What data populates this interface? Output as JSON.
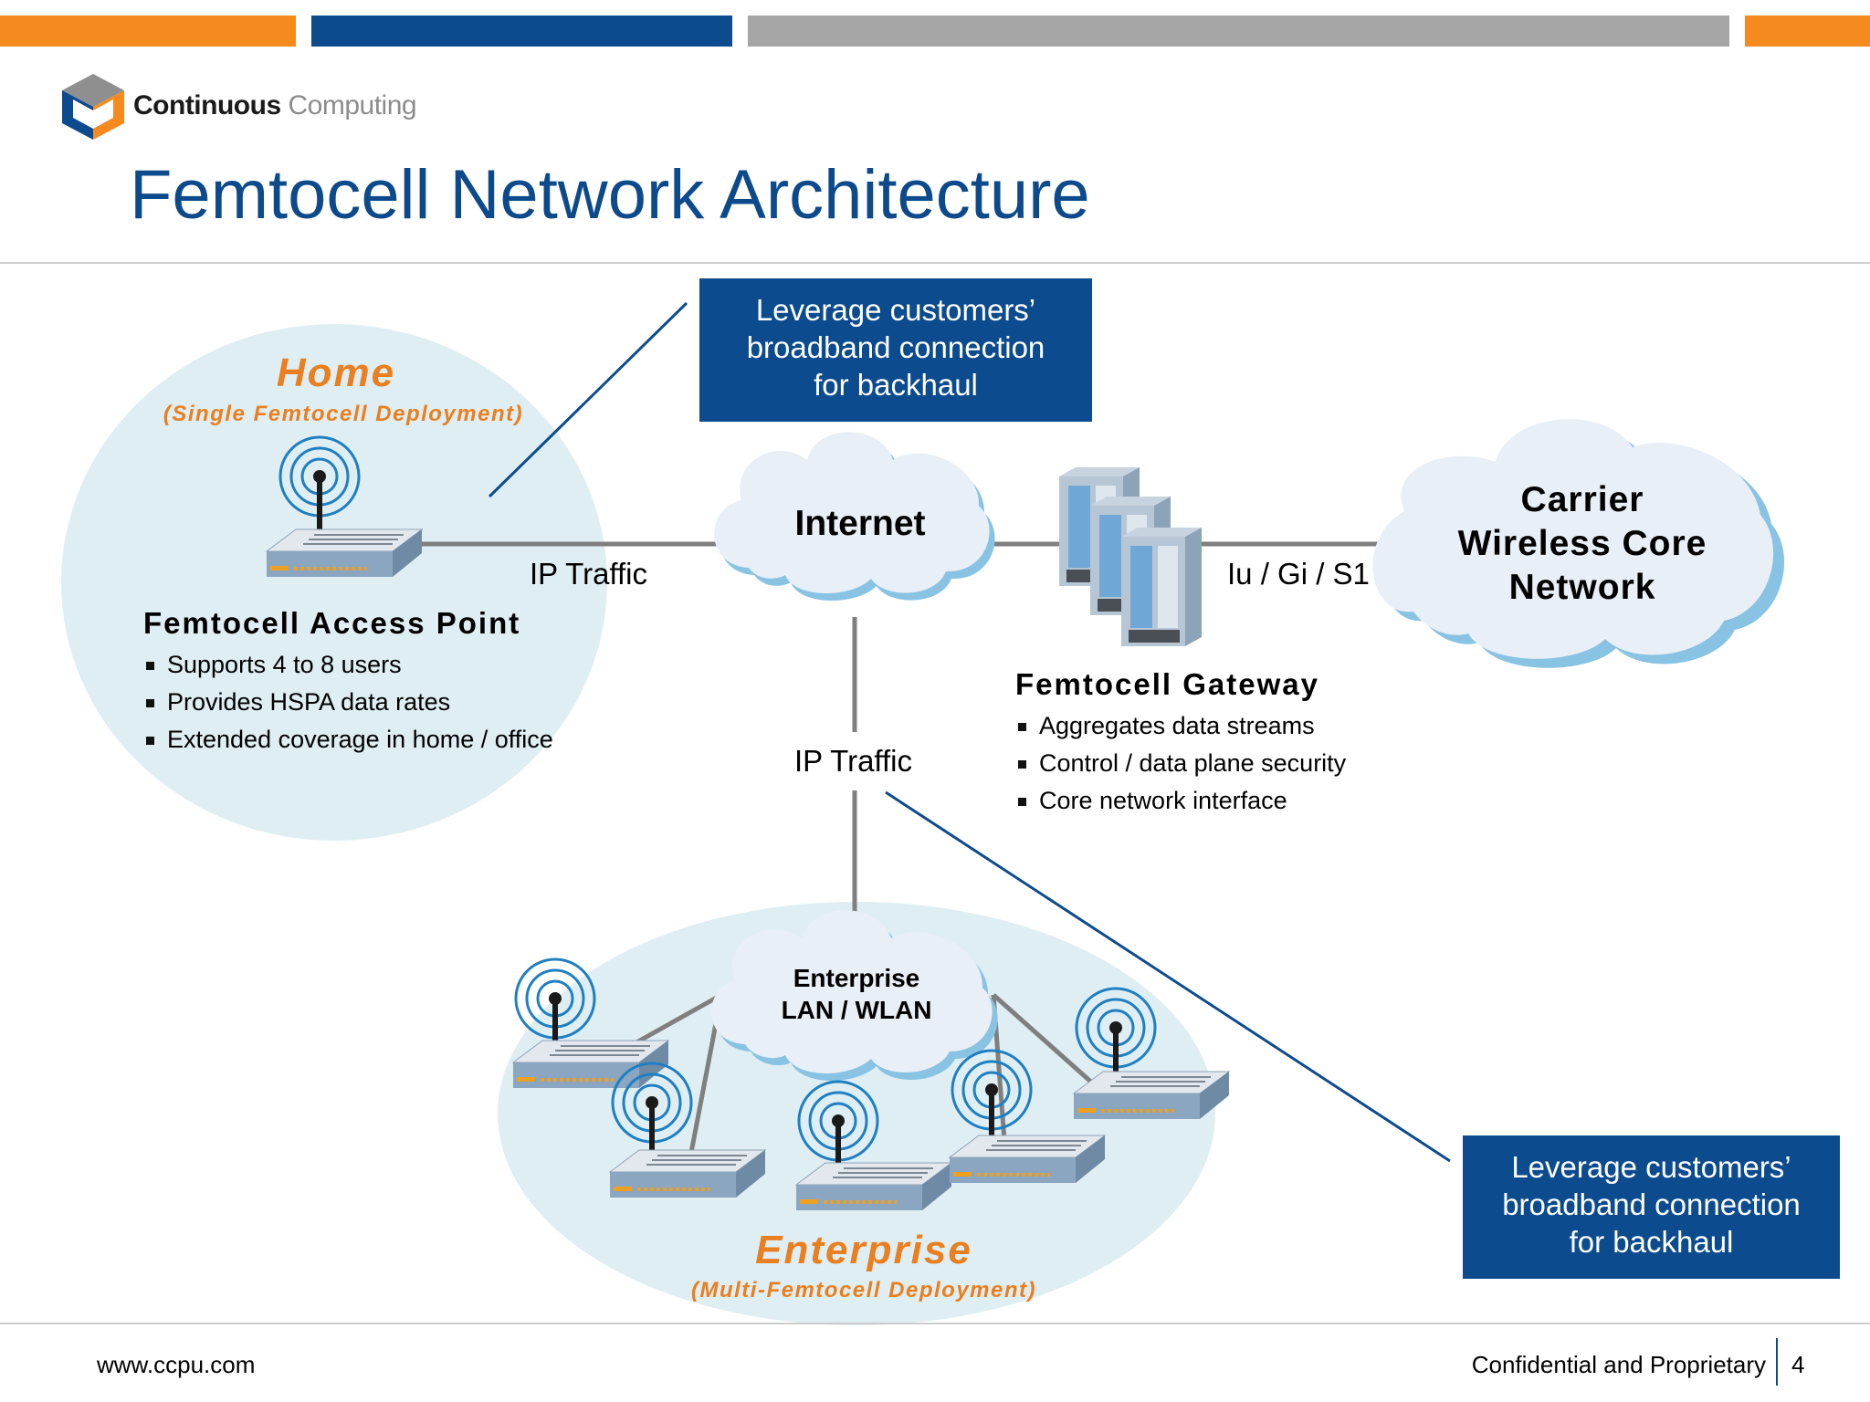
{
  "header": {
    "logo": {
      "brand_bold": "Continuous",
      "brand_light": "Computing"
    },
    "title": "Femtocell Network Architecture",
    "colors": {
      "orange": "#f58a1f",
      "blue": "#0c4b8e",
      "gray": "#a6a6a6"
    }
  },
  "callouts": {
    "top": {
      "line1": "Leverage customers’",
      "line2": "broadband connection",
      "line3": "for backhaul"
    },
    "bottom": {
      "line1": "Leverage customers’",
      "line2": "broadband connection",
      "line3": "for backhaul"
    }
  },
  "home": {
    "title": "Home",
    "subtitle": "(Single Femtocell Deployment)",
    "access_point": {
      "heading": "Femtocell Access Point",
      "bullets": [
        "Supports 4 to 8 users",
        "Provides HSPA data rates",
        "Extended coverage in home / office"
      ]
    }
  },
  "links": {
    "home_internet": "IP Traffic",
    "internet_enterprise": "IP Traffic",
    "gateway_core": "Iu / Gi / S1"
  },
  "internet": {
    "label": "Internet"
  },
  "gateway": {
    "heading": "Femtocell Gateway",
    "bullets": [
      "Aggregates data streams",
      "Control / data plane security",
      "Core network interface"
    ]
  },
  "core": {
    "line1": "Carrier",
    "line2": "Wireless Core",
    "line3": "Network"
  },
  "enterprise": {
    "cloud_line1": "Enterprise",
    "cloud_line2": "LAN / WLAN",
    "title": "Enterprise",
    "subtitle": "(Multi-Femtocell Deployment)"
  },
  "footer": {
    "url": "www.ccpu.com",
    "confidential": "Confidential and Proprietary",
    "page": "4"
  }
}
